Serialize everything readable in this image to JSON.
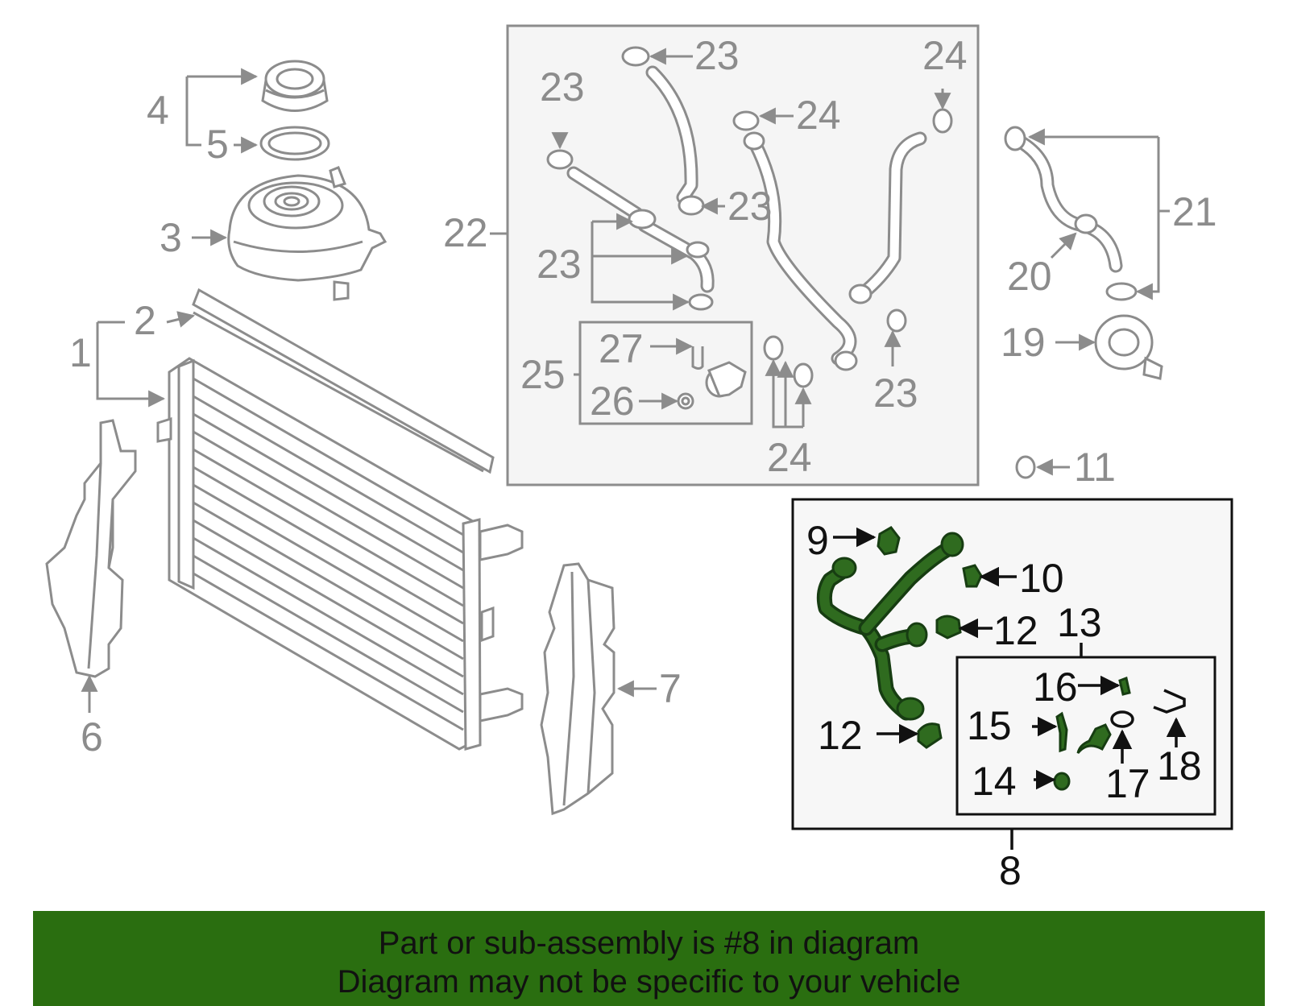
{
  "diagram": {
    "callouts": {
      "c1": "1",
      "c2": "2",
      "c3": "3",
      "c4": "4",
      "c5": "5",
      "c6": "6",
      "c7": "7",
      "c8": "8",
      "c9": "9",
      "c10": "10",
      "c11": "11",
      "c12a": "12",
      "c12b": "12",
      "c13": "13",
      "c14": "14",
      "c15": "15",
      "c16": "16",
      "c17": "17",
      "c18": "18",
      "c19": "19",
      "c20": "20",
      "c21": "21",
      "c22": "22",
      "c23a": "23",
      "c23b": "23",
      "c23c": "23",
      "c23d": "23",
      "c23e": "23",
      "c24a": "24",
      "c24b": "24",
      "c24c": "24",
      "c25": "25",
      "c26": "26",
      "c27": "27"
    },
    "highlighted_part": "8",
    "highlight_color": "#2f6b1f",
    "line_color": "#8c8c8c"
  },
  "banner": {
    "line1": "Part or sub-assembly is #8 in diagram",
    "line2": "Diagram may not be specific to your vehicle",
    "background": "#2a6e10"
  }
}
